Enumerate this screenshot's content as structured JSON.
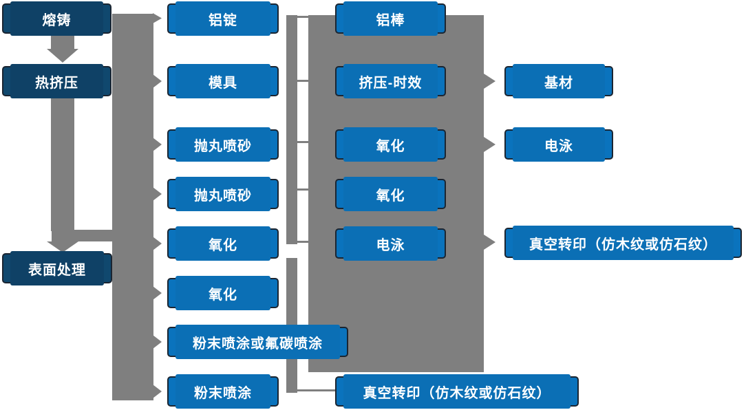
{
  "colors": {
    "node_blue": "#0a73bd",
    "node_navy": "#10486e",
    "node_border": "#1b2531",
    "connector_gray": "#7f7f7f",
    "node_text": "#ffffff",
    "background": "#ffffff"
  },
  "flowchart": {
    "stage_column": {
      "melting_casting": "熔铸",
      "hot_extrusion": "热挤压",
      "surface_treatment": "表面处理"
    },
    "process_column": {
      "aluminum_ingot": "铝锭",
      "mold": "模具",
      "shot_blasting_1": "抛丸喷砂",
      "shot_blasting_2": "抛丸喷砂",
      "oxidation_1": "氧化",
      "oxidation_2": "氧化",
      "powder_or_fluorocarbon_coating": "粉末喷涂或氟碳喷涂",
      "powder_coating": "粉末喷涂"
    },
    "treatment_column": {
      "aluminum_rod": "铝棒",
      "extrusion_aging": "挤压-时效",
      "oxidation_1": "氧化",
      "oxidation_2": "氧化",
      "electrophoresis": "电泳",
      "vacuum_transfer": "真空转印（仿木纹或仿石纹）"
    },
    "output_column": {
      "base_material": "基材",
      "electrophoresis": "电泳",
      "vacuum_transfer": "真空转印（仿木纹或仿石纹）"
    }
  }
}
